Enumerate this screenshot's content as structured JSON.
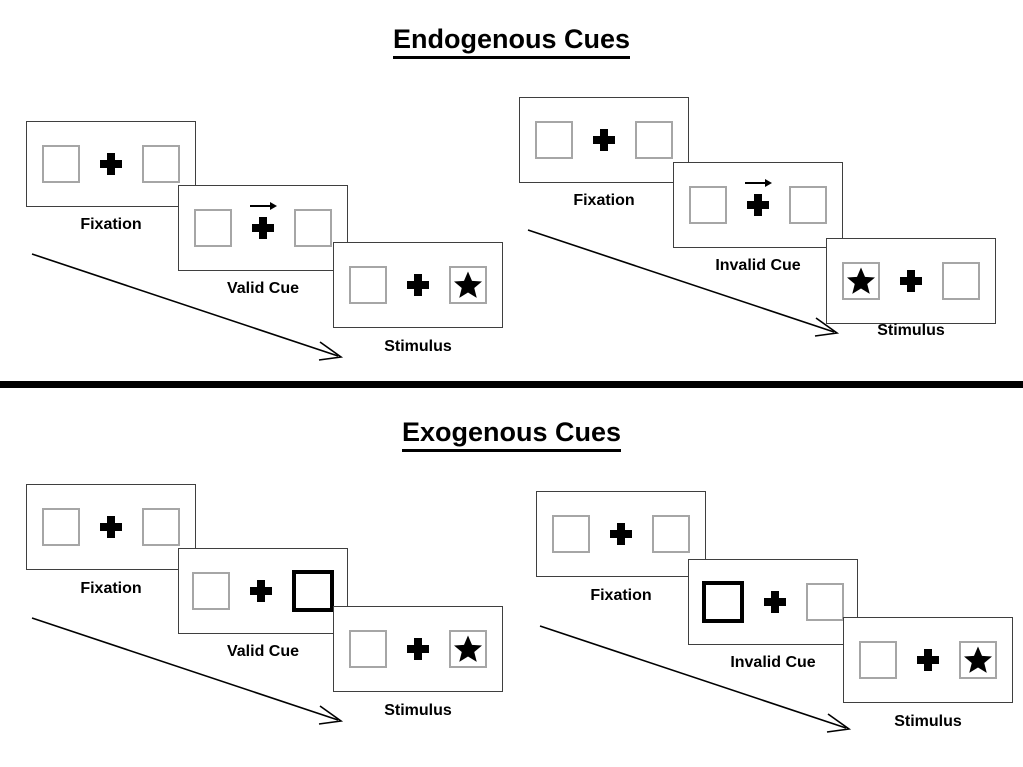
{
  "figure": {
    "title_top": "Endogenous Cues",
    "title_bottom": "Exogenous Cues"
  },
  "colors": {
    "ink": "#000000",
    "panel_border": "#3f3f3f",
    "box_border": "#a6a6a6",
    "cued_box_border": "#000000",
    "background": "#ffffff"
  },
  "icons": {
    "fixation_cross": "fixation-plus-icon",
    "star": "star-icon",
    "cue_arrow": "right-arrow-cue-icon",
    "sequence_arrow": "sequence-flow-arrow-icon"
  },
  "sections": [
    {
      "id": "endogenous",
      "title": "Endogenous Cues",
      "cue_type": "arrow",
      "sequences": [
        {
          "id": "endogenous-valid",
          "validity": "valid",
          "stages": [
            {
              "id": "endogenous-valid-fixation",
              "caption": "Fixation",
              "left_box": {
                "cued": false,
                "star": false
              },
              "right_box": {
                "cued": false,
                "star": false
              },
              "arrow_cue": false
            },
            {
              "id": "endogenous-valid-cue",
              "caption": "Valid Cue",
              "left_box": {
                "cued": false,
                "star": false
              },
              "right_box": {
                "cued": false,
                "star": false
              },
              "arrow_cue": true,
              "arrow_direction": "right"
            },
            {
              "id": "endogenous-valid-stimulus",
              "caption": "Stimulus",
              "left_box": {
                "cued": false,
                "star": false
              },
              "right_box": {
                "cued": false,
                "star": true
              },
              "arrow_cue": false
            }
          ]
        },
        {
          "id": "endogenous-invalid",
          "validity": "invalid",
          "stages": [
            {
              "id": "endogenous-invalid-fixation",
              "caption": "Fixation",
              "left_box": {
                "cued": false,
                "star": false
              },
              "right_box": {
                "cued": false,
                "star": false
              },
              "arrow_cue": false
            },
            {
              "id": "endogenous-invalid-cue",
              "caption": "Invalid Cue",
              "left_box": {
                "cued": false,
                "star": false
              },
              "right_box": {
                "cued": false,
                "star": false
              },
              "arrow_cue": true,
              "arrow_direction": "right"
            },
            {
              "id": "endogenous-invalid-stimulus",
              "caption": "Stimulus",
              "left_box": {
                "cued": false,
                "star": true
              },
              "right_box": {
                "cued": false,
                "star": false
              },
              "arrow_cue": false
            }
          ]
        }
      ]
    },
    {
      "id": "exogenous",
      "title": "Exogenous Cues",
      "cue_type": "box-flash",
      "sequences": [
        {
          "id": "exogenous-valid",
          "validity": "valid",
          "stages": [
            {
              "id": "exogenous-valid-fixation",
              "caption": "Fixation",
              "left_box": {
                "cued": false,
                "star": false
              },
              "right_box": {
                "cued": false,
                "star": false
              },
              "arrow_cue": false
            },
            {
              "id": "exogenous-valid-cue",
              "caption": "Valid Cue",
              "left_box": {
                "cued": false,
                "star": false
              },
              "right_box": {
                "cued": true,
                "star": false
              },
              "arrow_cue": false
            },
            {
              "id": "exogenous-valid-stimulus",
              "caption": "Stimulus",
              "left_box": {
                "cued": false,
                "star": false
              },
              "right_box": {
                "cued": false,
                "star": true
              },
              "arrow_cue": false
            }
          ]
        },
        {
          "id": "exogenous-invalid",
          "validity": "invalid",
          "stages": [
            {
              "id": "exogenous-invalid-fixation",
              "caption": "Fixation",
              "left_box": {
                "cued": false,
                "star": false
              },
              "right_box": {
                "cued": false,
                "star": false
              },
              "arrow_cue": false
            },
            {
              "id": "exogenous-invalid-cue",
              "caption": "Invalid Cue",
              "left_box": {
                "cued": true,
                "star": false
              },
              "right_box": {
                "cued": false,
                "star": false
              },
              "arrow_cue": false
            },
            {
              "id": "exogenous-invalid-stimulus",
              "caption": "Stimulus",
              "left_box": {
                "cued": false,
                "star": false
              },
              "right_box": {
                "cued": false,
                "star": true
              },
              "arrow_cue": false
            }
          ]
        }
      ]
    }
  ],
  "captions": {
    "fixation": "Fixation",
    "valid_cue": "Valid Cue",
    "invalid_cue": "Invalid Cue",
    "stimulus": "Stimulus"
  }
}
